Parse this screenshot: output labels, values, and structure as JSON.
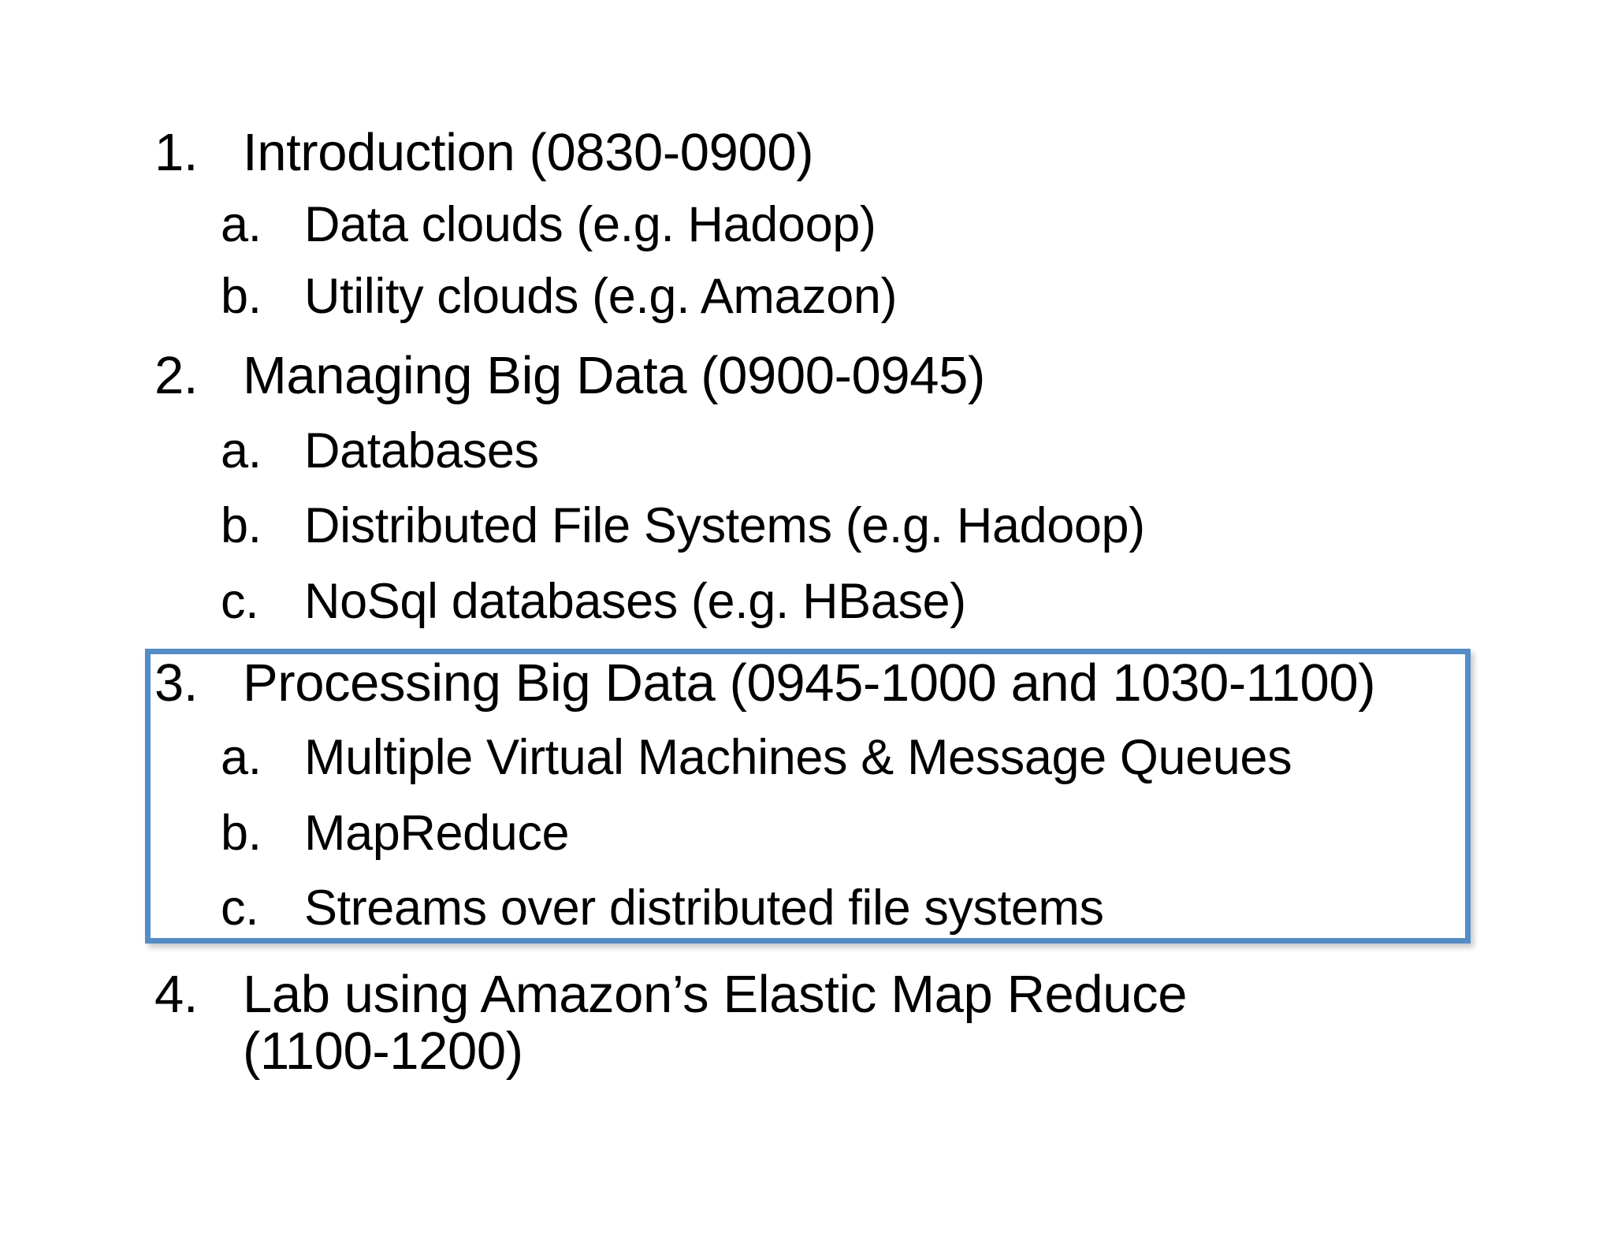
{
  "slide": {
    "background_color": "#ffffff",
    "text_color": "#000000"
  },
  "highlight_box": {
    "border_color": "#548CC6",
    "name": "emphasis-rectangle",
    "encloses_item": "3"
  },
  "outline": {
    "items": [
      {
        "marker": "1.",
        "label": "Introduction (0830-0900)",
        "level": 1,
        "sub": [
          {
            "marker": "a.",
            "label": "Data clouds (e.g. Hadoop)"
          },
          {
            "marker": "b.",
            "label": "Utility clouds (e.g. Amazon)"
          }
        ]
      },
      {
        "marker": "2.",
        "label": "Managing Big Data (0900-0945)",
        "level": 1,
        "sub": [
          {
            "marker": "a.",
            "label": "Databases"
          },
          {
            "marker": "b.",
            "label": "Distributed File Systems (e.g. Hadoop)"
          },
          {
            "marker": "c.",
            "label": "NoSql databases (e.g. HBase)"
          }
        ]
      },
      {
        "marker": "3.",
        "label": "Processing Big Data (0945-1000 and 1030-1100)",
        "level": 1,
        "highlighted": true,
        "sub": [
          {
            "marker": "a.",
            "label": "Multiple Virtual Machines & Message Queues"
          },
          {
            "marker": "b.",
            "label": "MapReduce"
          },
          {
            "marker": "c.",
            "label": "Streams over distributed file systems"
          }
        ]
      },
      {
        "marker": "4.",
        "label": "Lab using Amazon’s Elastic Map Reduce",
        "continuation": "(1100-1200)",
        "level": 1,
        "sub": []
      }
    ]
  },
  "lines": {
    "l1": {
      "marker": "1.",
      "text": "Introduction (0830-0900)"
    },
    "l2": {
      "marker": "a.",
      "text": "Data clouds (e.g. Hadoop)"
    },
    "l3": {
      "marker": "b.",
      "text": "Utility clouds (e.g. Amazon)"
    },
    "l4": {
      "marker": "2.",
      "text": "Managing Big Data (0900-0945)"
    },
    "l5": {
      "marker": "a.",
      "text": "Databases"
    },
    "l6": {
      "marker": "b.",
      "text": "Distributed File Systems (e.g. Hadoop)"
    },
    "l7": {
      "marker": "c.",
      "text": "NoSql databases (e.g. HBase)"
    },
    "l8": {
      "marker": "3.",
      "text": "Processing Big Data (0945-1000 and 1030-1100)"
    },
    "l9": {
      "marker": "a.",
      "text": "Multiple Virtual Machines & Message Queues"
    },
    "l10": {
      "marker": "b.",
      "text": "MapReduce"
    },
    "l11": {
      "marker": "c.",
      "text": "Streams over distributed file systems"
    },
    "l12": {
      "marker": "4.",
      "text": "Lab using Amazon’s Elastic Map Reduce"
    },
    "l13": {
      "marker": "",
      "text": "(1100-1200)"
    }
  }
}
